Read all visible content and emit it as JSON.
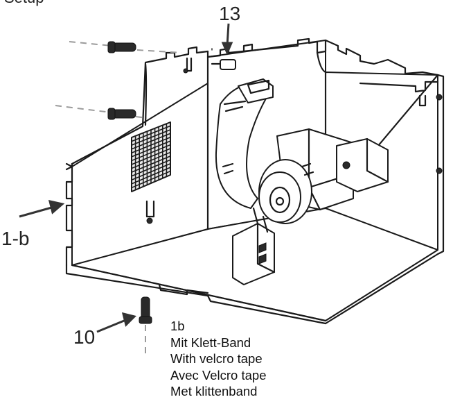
{
  "figure": {
    "top_label": "Setup",
    "callouts": {
      "screw_top": "13",
      "side_panel": "1-b",
      "screw_bottom": "10"
    },
    "caption": {
      "step": "1b",
      "de": "Mit Klett-Band",
      "en": "With velcro tape",
      "fr": "Avec Velcro tape",
      "nl": "Met klittenband"
    }
  }
}
